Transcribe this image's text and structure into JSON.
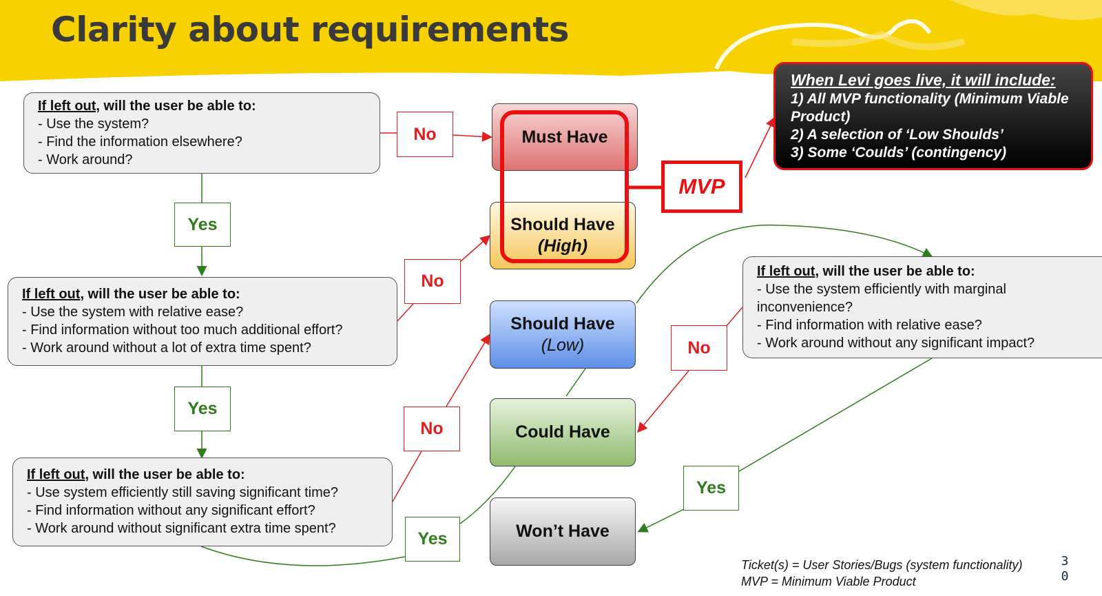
{
  "title": "Clarity about requirements",
  "colors": {
    "banner": "#f7d100",
    "no": "#e02020",
    "yes": "#2f7d1c",
    "mvp": "#e81010"
  },
  "questions": [
    {
      "lead": "If left out,",
      "rest": " will the user be able to:",
      "items": [
        "- Use the system?",
        "- Find the information elsewhere?",
        "- Work around?"
      ]
    },
    {
      "lead": "If left out",
      "rest": ", will the user be able to:",
      "items": [
        "- Use the system with relative ease?",
        "- Find information without too much additional effort?",
        "- Work around without a lot of extra time spent?"
      ]
    },
    {
      "lead": "If left out",
      "rest": ", will the user be able to:",
      "items": [
        "- Use system efficiently still saving significant time?",
        "- Find information without any significant effort?",
        "- Work around without significant extra time spent?"
      ]
    },
    {
      "lead": "If left out",
      "rest": ", will the user be able to:",
      "items": [
        "- Use the system efficiently with marginal inconvenience?",
        "- Find information with relative ease?",
        "- Work around without any significant impact?"
      ]
    }
  ],
  "labels": {
    "no": "No",
    "yes": "Yes"
  },
  "categories": {
    "must": {
      "label": "Must Have"
    },
    "should_high": {
      "label": "Should Have",
      "sub": "(High)"
    },
    "should_low": {
      "label": "Should Have",
      "sub": "(Low)"
    },
    "could": {
      "label": "Could Have"
    },
    "wont": {
      "label": "Won’t Have"
    }
  },
  "mvp_label": "MVP",
  "golive": {
    "title": "When Levi goes live, it will include:",
    "items": [
      "1) All MVP functionality (Minimum Viable Product)",
      "2) A selection of ‘Low Shoulds’",
      "3) Some ‘Coulds’ (contingency)"
    ]
  },
  "footnote": {
    "line1": "Ticket(s) = User Stories/Bugs (system functionality)",
    "line2": "MVP = Minimum Viable Product"
  },
  "page_number": {
    "digit1": "3",
    "digit2": "0"
  }
}
